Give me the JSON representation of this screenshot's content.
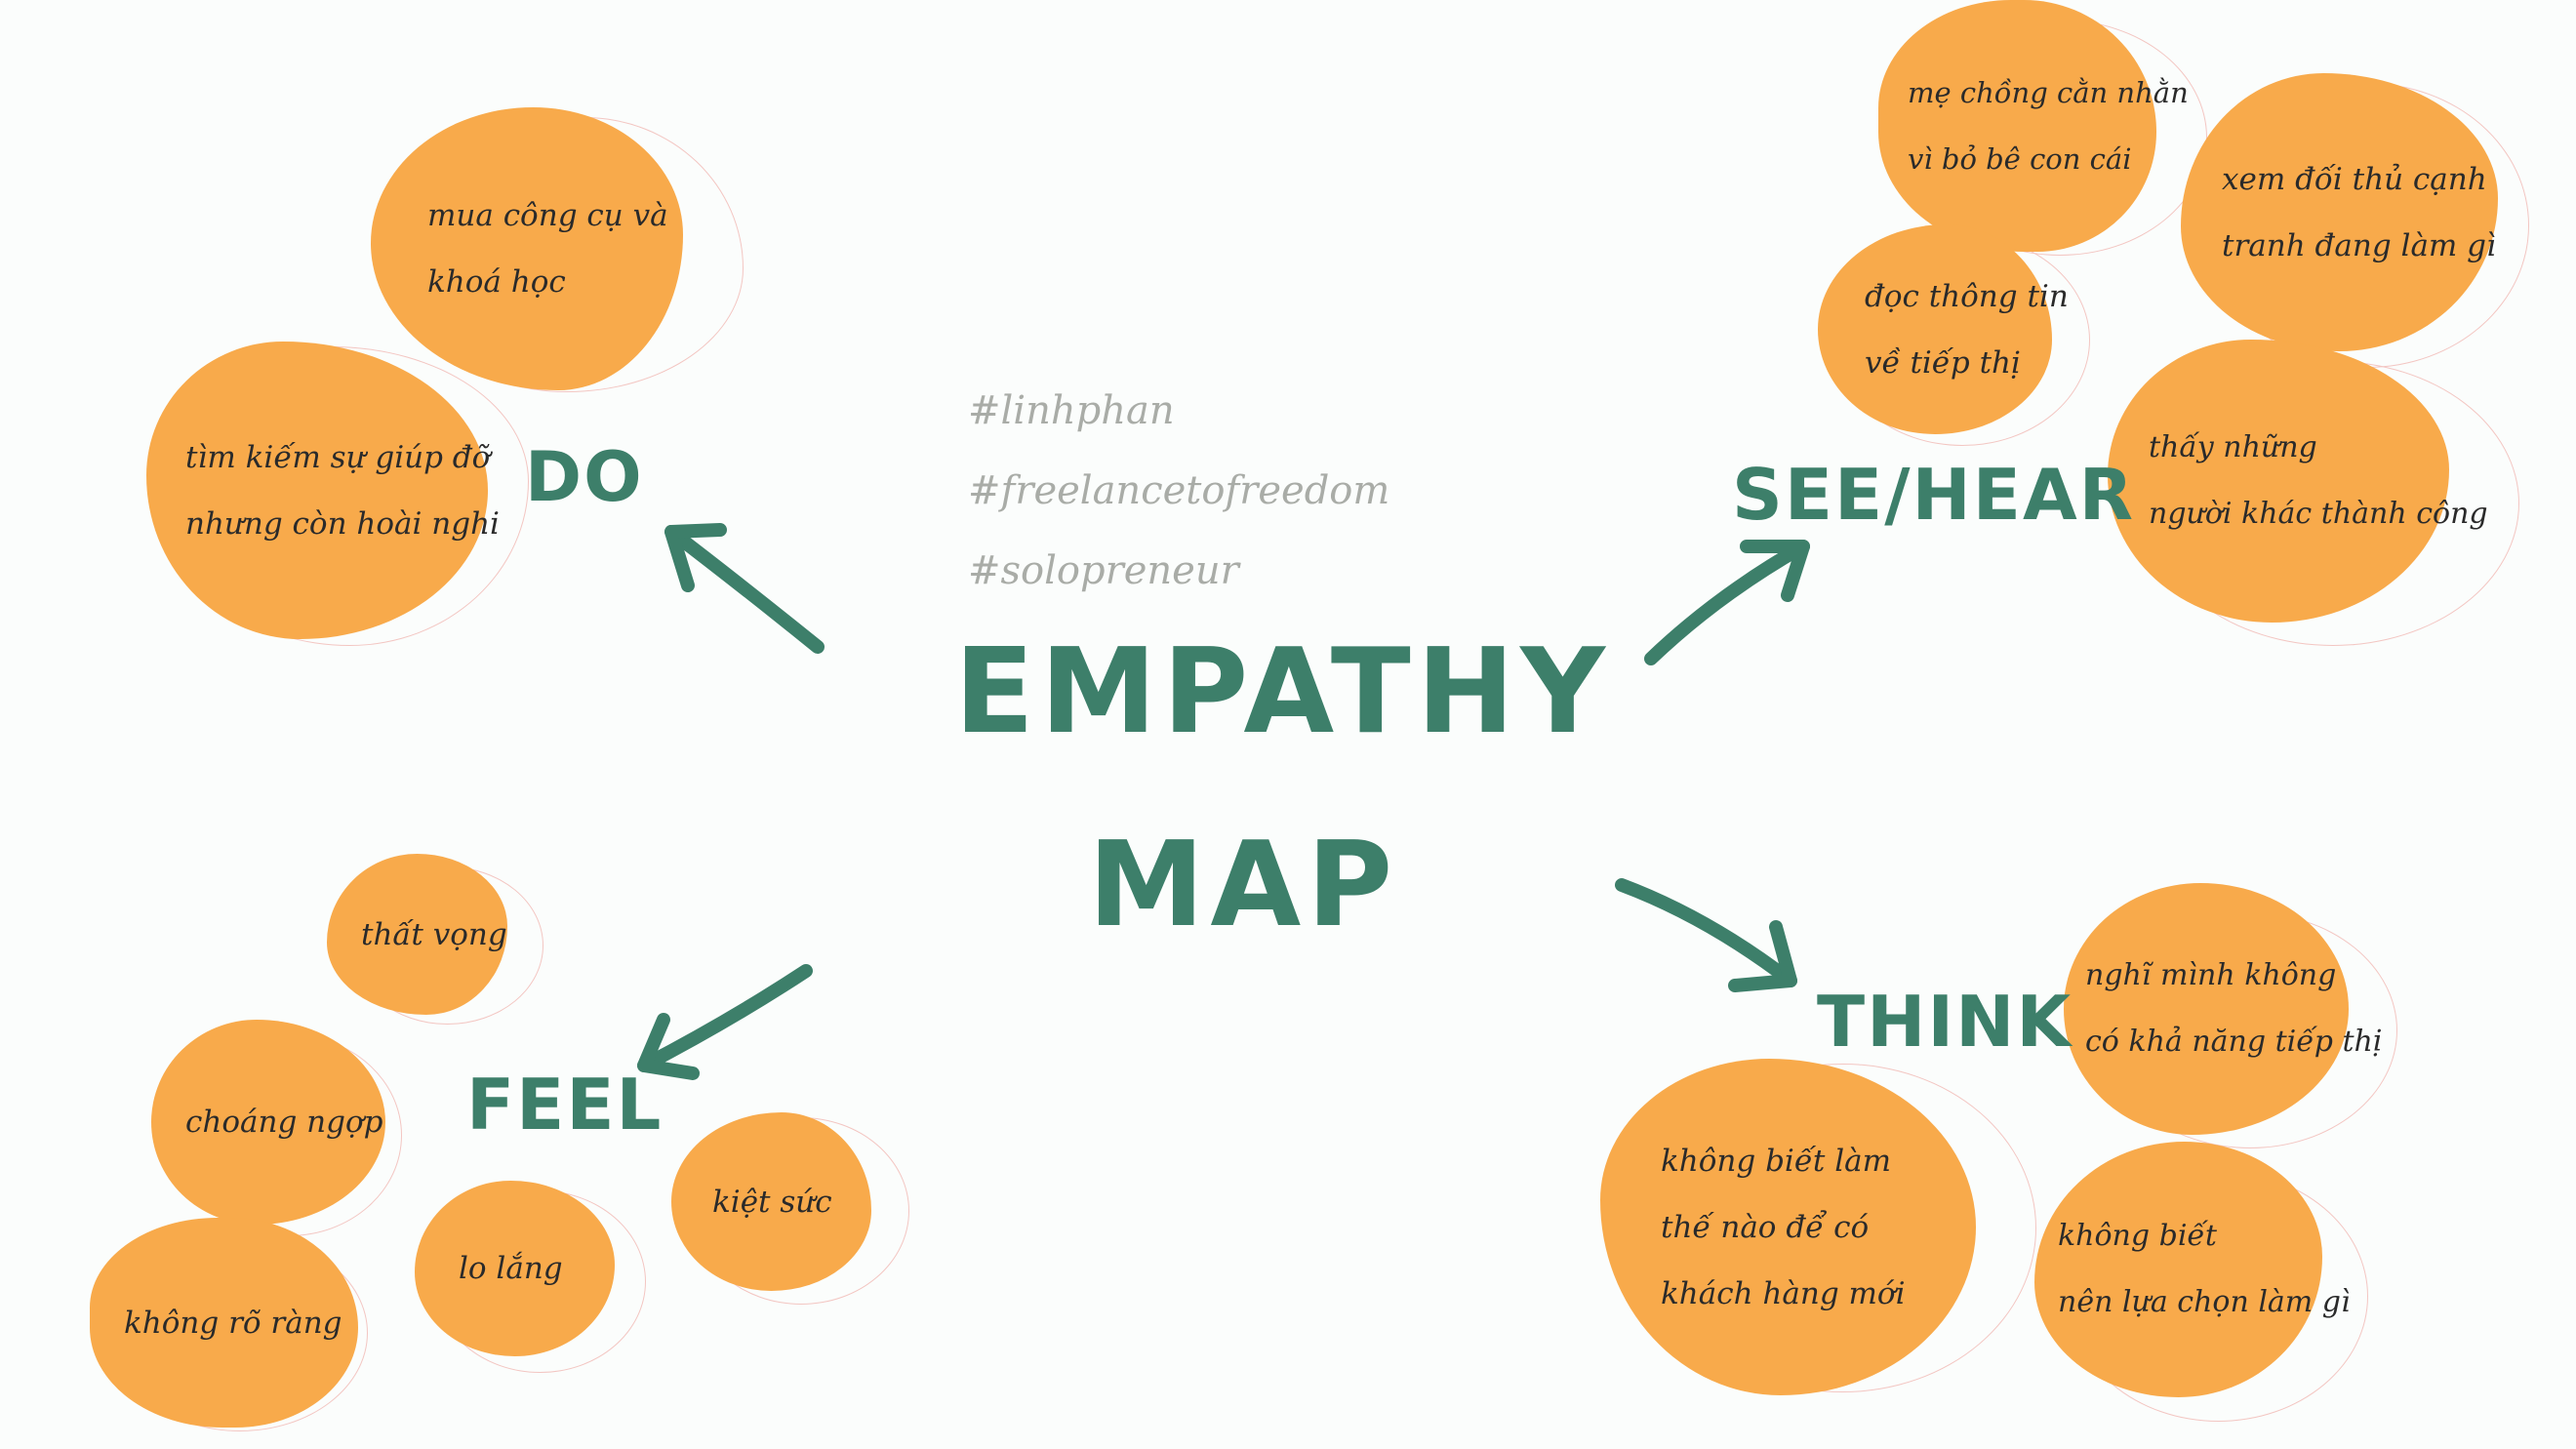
{
  "title": {
    "line1": "EMPATHY",
    "line2": "MAP"
  },
  "hashtags": [
    "#linhphan",
    "#freelancetofreedom",
    "#solopreneur"
  ],
  "colors": {
    "accent": "#3d7f6a",
    "bubble": "#f8aa4b",
    "hashtag": "#a9aca7",
    "background": "#fbfdfc"
  },
  "quadrants": {
    "do": {
      "label": "DO",
      "items": [
        {
          "lines": [
            "mua công cụ và",
            "khoá học"
          ]
        },
        {
          "lines": [
            "tìm kiếm sự giúp đỡ",
            "nhưng còn hoài nghi"
          ]
        }
      ]
    },
    "see_hear": {
      "label": "SEE/HEAR",
      "items": [
        {
          "lines": [
            "mẹ chồng cằn nhằn",
            "vì bỏ bê con cái"
          ]
        },
        {
          "lines": [
            "xem đối thủ cạnh",
            "tranh đang làm gì"
          ]
        },
        {
          "lines": [
            "đọc thông tin",
            "về tiếp thị"
          ]
        },
        {
          "lines": [
            "thấy những",
            "người khác thành công"
          ]
        }
      ]
    },
    "feel": {
      "label": "FEEL",
      "items": [
        {
          "lines": [
            "thất vọng"
          ]
        },
        {
          "lines": [
            "choáng ngợp"
          ]
        },
        {
          "lines": [
            "kiệt sức"
          ]
        },
        {
          "lines": [
            "lo lắng"
          ]
        },
        {
          "lines": [
            "không rõ ràng"
          ]
        }
      ]
    },
    "think": {
      "label": "THINK",
      "items": [
        {
          "lines": [
            "nghĩ mình không",
            "có khả năng tiếp thị"
          ]
        },
        {
          "lines": [
            "không biết làm",
            "thế nào để có",
            "khách hàng mới"
          ]
        },
        {
          "lines": [
            "không biết",
            "nên lựa chọn làm gì"
          ]
        }
      ]
    }
  }
}
